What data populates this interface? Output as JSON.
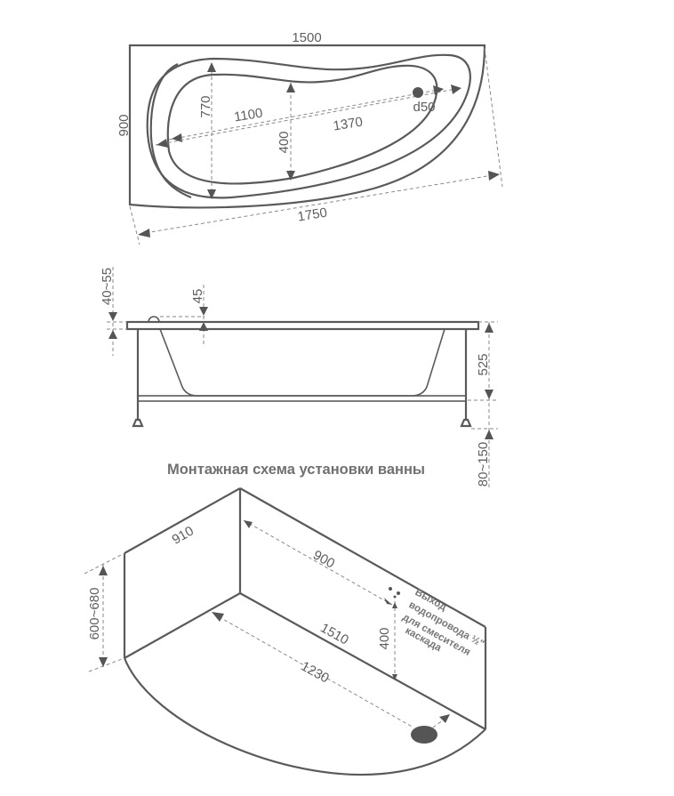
{
  "top_view": {
    "width": "1500",
    "depth": "900",
    "inner_width": "770",
    "narrow_width": "400",
    "inner_length_short": "1100",
    "inner_length_long": "1370",
    "drain": "d50",
    "diagonal_length": "1750"
  },
  "side_view": {
    "rim_thickness": "40~55",
    "overflow_offset": "45",
    "bath_height": "525",
    "leg_height": "80~150"
  },
  "title": "Монтажная схема установки ванны",
  "install_view": {
    "side_wall": "910",
    "back_wall_offset": "900",
    "outlet_height": "400",
    "long_wall": "1510",
    "drain_distance": "1230",
    "rim_height": "600~680",
    "note_lines": [
      "Выход",
      "водопровода ½\"",
      "для смесителя",
      "каскада"
    ]
  },
  "colors": {
    "line": "#5a5a5a",
    "text": "#5e5e5e"
  }
}
